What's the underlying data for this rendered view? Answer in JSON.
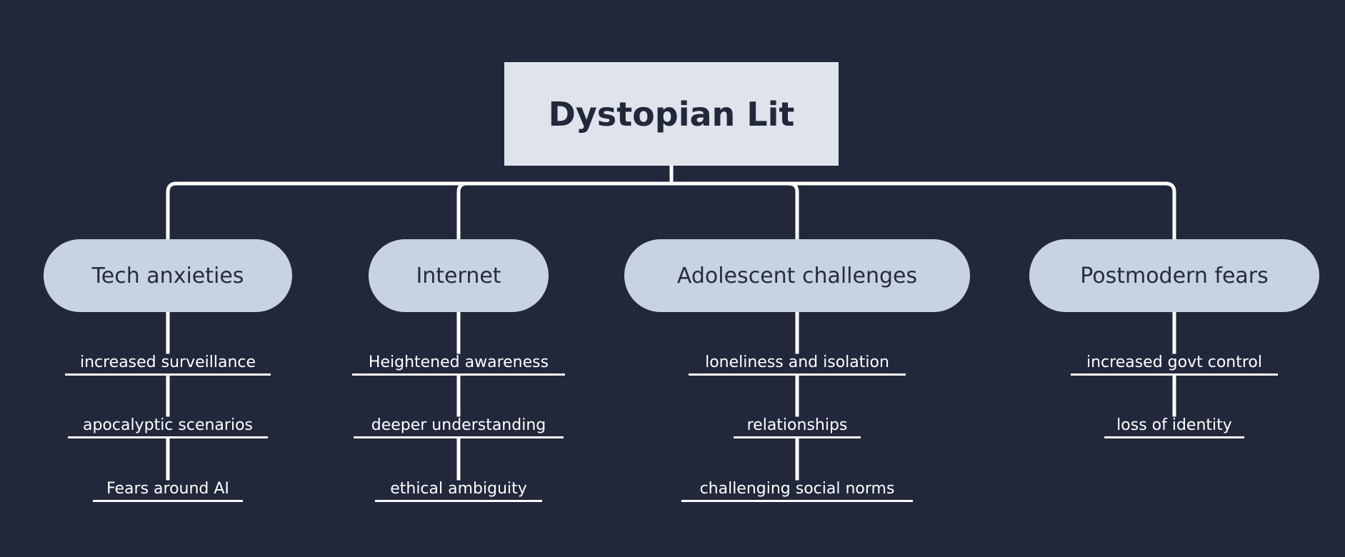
{
  "diagram": {
    "title": "Dystopian Lit",
    "branches": [
      {
        "label": "Tech anxieties",
        "items": [
          "increased surveillance",
          "apocalyptic scenarios",
          "Fears around AI"
        ]
      },
      {
        "label": "Internet",
        "items": [
          "Heightened awareness",
          "deeper understanding",
          "ethical ambiguity"
        ]
      },
      {
        "label": "Adolescent challenges",
        "items": [
          "loneliness and isolation",
          "relationships",
          "challenging social norms"
        ]
      },
      {
        "label": "Postmodern fears",
        "items": [
          "increased govt control",
          "loss of identity"
        ]
      }
    ]
  },
  "colors": {
    "background": "#22283c",
    "root_fill": "#dfe4ec",
    "branch_fill": "#c7d3e5",
    "line": "#ffffff",
    "dark_text": "#22283c"
  }
}
